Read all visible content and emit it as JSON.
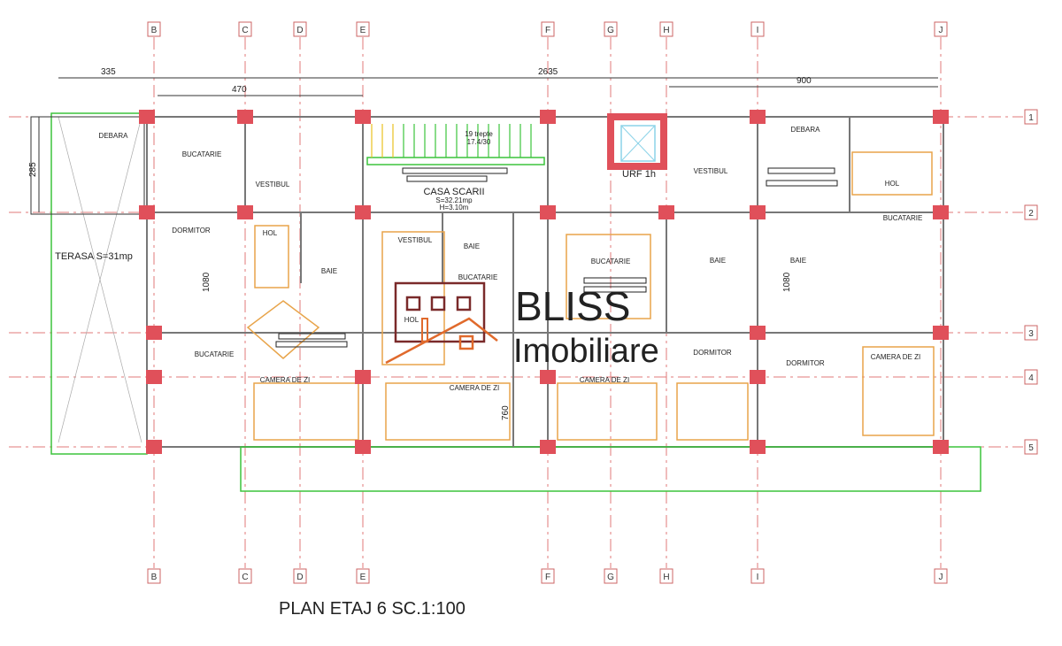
{
  "title": "PLAN ETAJ  6 SC.1:100",
  "grid": {
    "columns": [
      "B",
      "C",
      "D",
      "E",
      "F",
      "G",
      "H",
      "I",
      "J"
    ],
    "rows": [
      "1",
      "2",
      "3",
      "4",
      "5"
    ]
  },
  "dimensions": {
    "left_span": "335",
    "total_span": "2635",
    "inner_span": "470",
    "right_span": "900",
    "terrace_depth": "285",
    "height_1": "1080",
    "height_2": "760",
    "height_3": "1080"
  },
  "stair": {
    "steps": "19 trepte",
    "ratio": "17.4/30",
    "name": "CASA SCARII",
    "area": "S=32.21mp",
    "height": "H=3.10m"
  },
  "elevator": "URF 1h",
  "terrace": "TERASA S=31mp",
  "rooms": [
    "DEBARA",
    "BUCATARIE",
    "VESTIBUL",
    "VESTIBUL",
    "DEBARA",
    "HOL",
    "DORMITOR",
    "HOL",
    "BAIE",
    "VESTIBUL",
    "BAIE",
    "BUCATARIE",
    "HOL",
    "BUCATARIE",
    "BAIE",
    "BAIE",
    "BUCATARIE",
    "BUCATARIE",
    "CAMERA DE ZI",
    "CAMERA DE ZI",
    "CAMERA DE ZI",
    "DORMITOR",
    "DORMITOR",
    "CAMERA DE ZI"
  ],
  "logo": {
    "brand": "BLISS",
    "sub": "Imobiliare",
    "house_color": "#e06a2c",
    "frame_color": "#7a2a2a"
  }
}
